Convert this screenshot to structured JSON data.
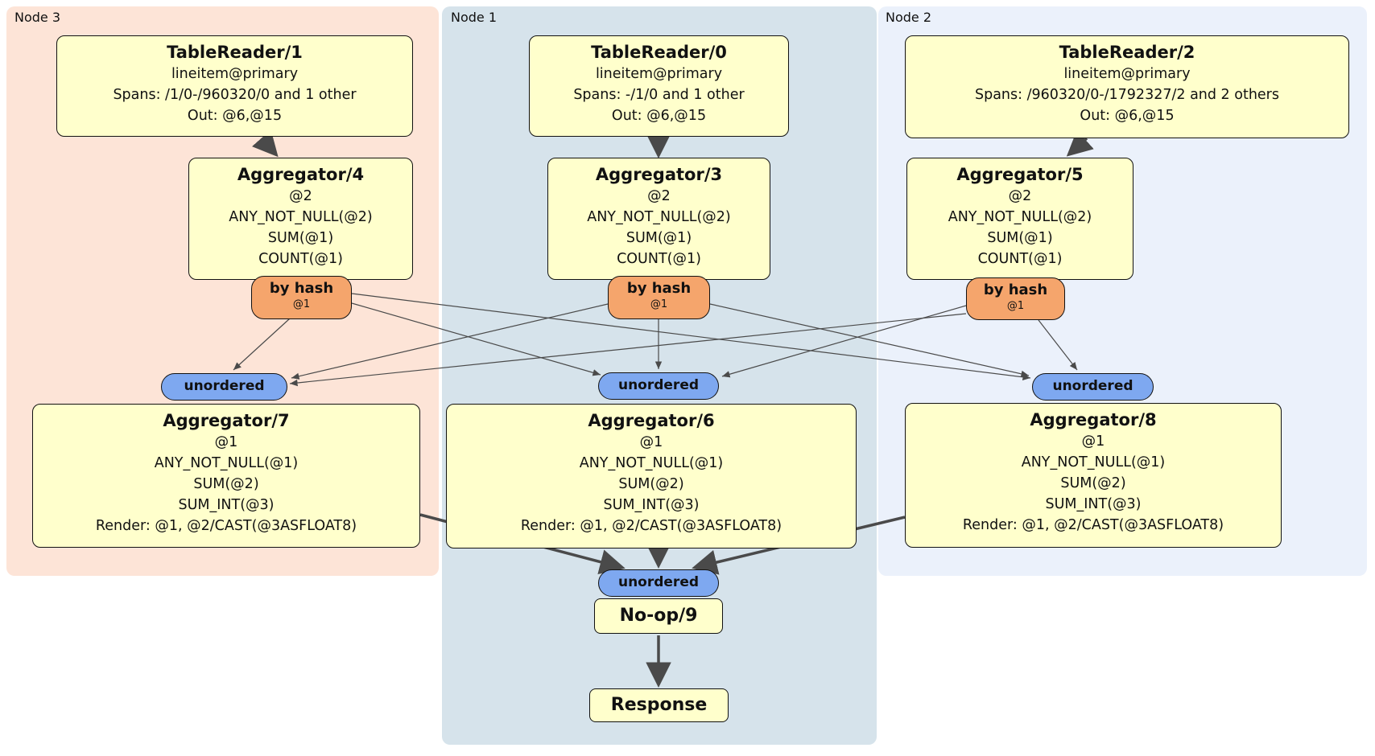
{
  "groups": {
    "node3": {
      "label": "Node 3"
    },
    "node1": {
      "label": "Node 1"
    },
    "node2": {
      "label": "Node 2"
    }
  },
  "node3": {
    "table_reader": {
      "title": "TableReader/1",
      "lines": [
        "lineitem@primary",
        "Spans: /1/0-/960320/0 and 1 other",
        "Out: @6,@15"
      ]
    },
    "aggregator_top": {
      "title": "Aggregator/4",
      "lines": [
        "@2",
        "ANY_NOT_NULL(@2)",
        "SUM(@1)",
        "COUNT(@1)"
      ]
    },
    "router": {
      "label": "by hash",
      "detail": "@1"
    },
    "sync": {
      "label": "unordered"
    },
    "aggregator_final": {
      "title": "Aggregator/7",
      "lines": [
        "@1",
        "ANY_NOT_NULL(@1)",
        "SUM(@2)",
        "SUM_INT(@3)",
        "Render: @1, @2/CAST(@3ASFLOAT8)"
      ]
    }
  },
  "node1": {
    "table_reader": {
      "title": "TableReader/0",
      "lines": [
        "lineitem@primary",
        "Spans: -/1/0 and 1 other",
        "Out: @6,@15"
      ]
    },
    "aggregator_top": {
      "title": "Aggregator/3",
      "lines": [
        "@2",
        "ANY_NOT_NULL(@2)",
        "SUM(@1)",
        "COUNT(@1)"
      ]
    },
    "router": {
      "label": "by hash",
      "detail": "@1"
    },
    "sync": {
      "label": "unordered"
    },
    "aggregator_final": {
      "title": "Aggregator/6",
      "lines": [
        "@1",
        "ANY_NOT_NULL(@1)",
        "SUM(@2)",
        "SUM_INT(@3)",
        "Render: @1, @2/CAST(@3ASFLOAT8)"
      ]
    }
  },
  "node2": {
    "table_reader": {
      "title": "TableReader/2",
      "lines": [
        "lineitem@primary",
        "Spans: /960320/0-/1792327/2 and 2 others",
        "Out: @6,@15"
      ]
    },
    "aggregator_top": {
      "title": "Aggregator/5",
      "lines": [
        "@2",
        "ANY_NOT_NULL(@2)",
        "SUM(@1)",
        "COUNT(@1)"
      ]
    },
    "router": {
      "label": "by hash",
      "detail": "@1"
    },
    "sync": {
      "label": "unordered"
    },
    "aggregator_final": {
      "title": "Aggregator/8",
      "lines": [
        "@1",
        "ANY_NOT_NULL(@1)",
        "SUM(@2)",
        "SUM_INT(@3)",
        "Render: @1, @2/CAST(@3ASFLOAT8)"
      ]
    }
  },
  "final": {
    "sync": {
      "label": "unordered"
    },
    "noop": {
      "title": "No-op/9"
    },
    "response": {
      "title": "Response"
    }
  },
  "colors": {
    "node3_bg": "#fde4d7",
    "node1_bg": "#d6e3eb",
    "node2_bg": "#ebf1fb",
    "processor_bg": "#ffffcc",
    "router_bg": "#f5a56c",
    "sync_bg": "#7ea8f0",
    "edge": "#4a4a4a",
    "border": "#111111"
  }
}
